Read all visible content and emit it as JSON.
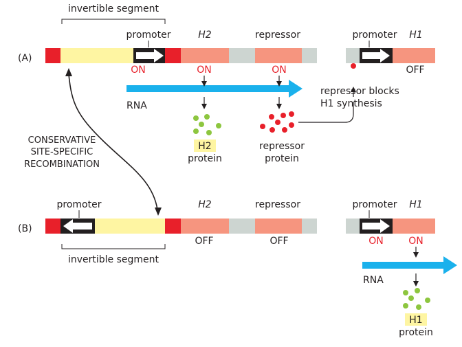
{
  "panelA": {
    "tag": "(A)",
    "segment_label": "invertible segment",
    "promoter_label": "promoter",
    "h2_label": "H2",
    "repressor_label": "repressor",
    "promoter2_label": "promoter",
    "h1_label": "H1",
    "state_promoter": "ON",
    "state_h2": "ON",
    "state_repressor": "ON",
    "state_h1": "OFF",
    "rna_label": "RNA",
    "h2_protein_tag": "H2",
    "h2_protein_word": "protein",
    "rep_protein_line1": "repressor",
    "rep_protein_line2": "protein",
    "block_line1": "repressor blocks",
    "block_line2": "H1 synthesis"
  },
  "recombination": {
    "line1": "CONSERVATIVE",
    "line2": "SITE-SPECIFIC",
    "line3": "RECOMBINATION"
  },
  "panelB": {
    "tag": "(B)",
    "promoter_label": "promoter",
    "h2_label": "H2",
    "repressor_label": "repressor",
    "promoter2_label": "promoter",
    "h1_label": "H1",
    "state_h2": "OFF",
    "state_repressor": "OFF",
    "state_promoter2": "ON",
    "state_h1": "ON",
    "segment_label": "invertible segment",
    "rna_label": "RNA",
    "h1_protein_tag": "H1",
    "h1_protein_word": "protein"
  },
  "colors": {
    "site_red": "#e8202a",
    "segment_yellow": "#fef5a2",
    "gene_salmon": "#f6957f",
    "spacer_gray": "#cdd5d1",
    "rna_blue": "#1ab1ec",
    "h_protein_green": "#8dc63f",
    "repressor_dot_red": "#e8202a"
  }
}
